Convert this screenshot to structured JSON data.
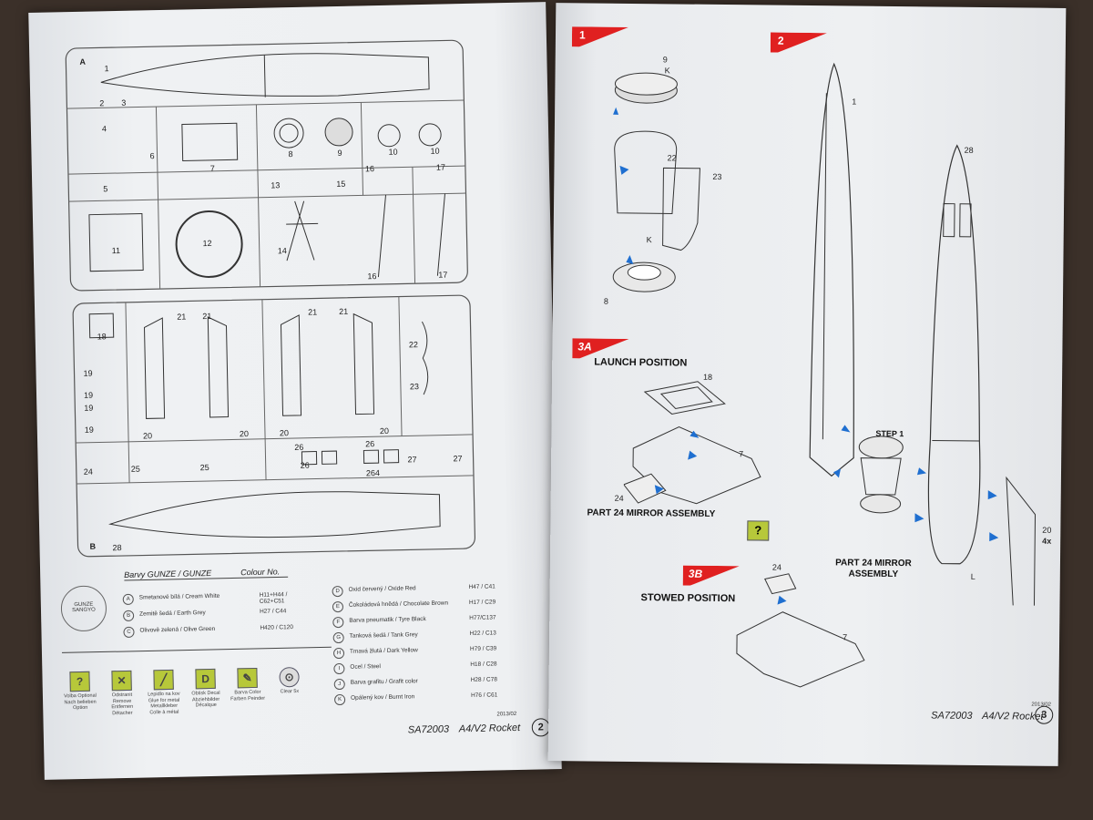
{
  "left_page": {
    "sprue_a_label": "A",
    "sprue_b_label": "B",
    "sprue_a_parts": [
      "1",
      "2",
      "3",
      "4",
      "5",
      "6",
      "7",
      "8",
      "9",
      "10",
      "10",
      "11",
      "12",
      "13",
      "14",
      "15",
      "16",
      "16",
      "17",
      "17"
    ],
    "sprue_b_parts": [
      "18",
      "19",
      "19",
      "19",
      "19",
      "20",
      "20",
      "20",
      "20",
      "21",
      "21",
      "21",
      "21",
      "22",
      "23",
      "24",
      "25",
      "25",
      "26",
      "26",
      "26",
      "264",
      "27",
      "27",
      "28"
    ],
    "colors_title": "Barvy GUNZE / GUNZE",
    "colors_col_header": "Colour No.",
    "gunze_logo_text": "GUNZE SANGYO",
    "colors_left": [
      {
        "key": "A",
        "name": "Smetanové bílá / Cream White",
        "code": "H11+H44 / C62+C51"
      },
      {
        "key": "B",
        "name": "Zemitě šedá / Earth Grey",
        "code": "H27 / C44"
      },
      {
        "key": "C",
        "name": "Olivově zelená / Olive Green",
        "code": "H420 / C120"
      }
    ],
    "colors_right": [
      {
        "key": "D",
        "name": "Oxid červený / Oxide Red",
        "code": "H47 / C41"
      },
      {
        "key": "E",
        "name": "Čokoládová hnědá / Chocolate Brown",
        "code": "H17 / C29"
      },
      {
        "key": "F",
        "name": "Barva pneumatik / Tyre Black",
        "code": "H77/C137"
      },
      {
        "key": "G",
        "name": "Tanková šedá / Tank Grey",
        "code": "H22 / C13"
      },
      {
        "key": "H",
        "name": "Tmavá žlutá / Dark Yellow",
        "code": "H79 / C39"
      },
      {
        "key": "I",
        "name": "Ocel / Steel",
        "code": "H18 / C28"
      },
      {
        "key": "J",
        "name": "Barva grafitu / Grafit color",
        "code": "H28 / C78"
      },
      {
        "key": "K",
        "name": "Opálený kov / Burnt Iron",
        "code": "H76 / C61"
      }
    ],
    "legend": [
      {
        "symbol": "?",
        "text": "Volba Optional Nach belieben Option"
      },
      {
        "symbol": "✕",
        "text": "Odstranit Remove Entfernen Détacher"
      },
      {
        "symbol": "╱",
        "text": "Lepidlo na kov Glue for metal Metallkleber Colle à métal"
      },
      {
        "symbol": "D",
        "text": "Obtisk Decal Abziehbilder Décalque"
      },
      {
        "symbol": "✎",
        "text": "Barva Color Farben Peinder"
      },
      {
        "symbol": "⊙",
        "text": "Clear 5x"
      }
    ],
    "date": "2013/02",
    "footer_code": "SA72003",
    "footer_title": "A4/V2 Rocket",
    "page_number": "2"
  },
  "right_page": {
    "steps": [
      {
        "flag": "1",
        "parts": [
          "9",
          "K",
          "22",
          "23",
          "K",
          "8"
        ]
      },
      {
        "flag": "2",
        "parts": [
          "1",
          "28",
          "20",
          "4x",
          "L"
        ],
        "sub_label": "STEP 1"
      },
      {
        "flag": "3A",
        "title": "LAUNCH POSITION",
        "parts": [
          "18",
          "7",
          "24"
        ],
        "note": "PART 24 MIRROR ASSEMBLY"
      },
      {
        "flag": "3B",
        "title": "STOWED POSITION",
        "parts": [
          "24",
          "7"
        ],
        "note": "PART 24 MIRROR ASSEMBLY"
      }
    ],
    "optional_symbol": "?",
    "date": "2013/02",
    "footer_code": "SA72003",
    "footer_title": "A4/V2 Rocket",
    "page_number": "3"
  },
  "colors": {
    "flag_red": "#e02020",
    "legend_green": "#b7c83a"
  }
}
